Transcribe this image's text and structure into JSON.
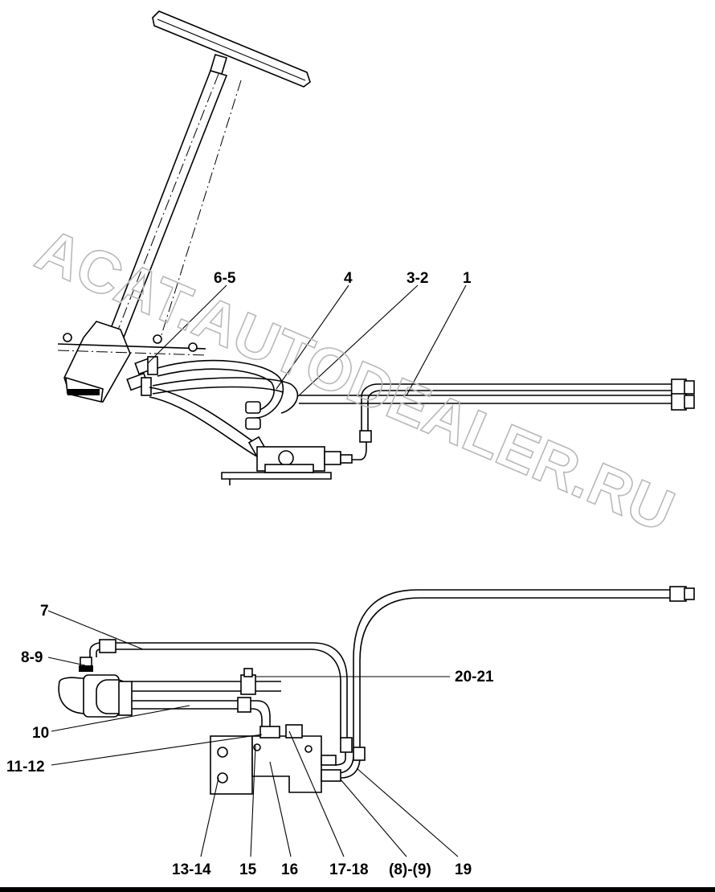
{
  "watermark": "ACAT.AUTODEALER.RU",
  "labels": {
    "l1": "1",
    "l3_2": "3-2",
    "l4": "4",
    "l6_5": "6-5",
    "l7": "7",
    "l8_9": "8-9",
    "l10": "10",
    "l11_12": "11-12",
    "l13_14": "13-14",
    "l15": "15",
    "l16": "16",
    "l17_18": "17-18",
    "l8_9p": "(8)-(9)",
    "l19": "19",
    "l20_21": "20-21"
  }
}
